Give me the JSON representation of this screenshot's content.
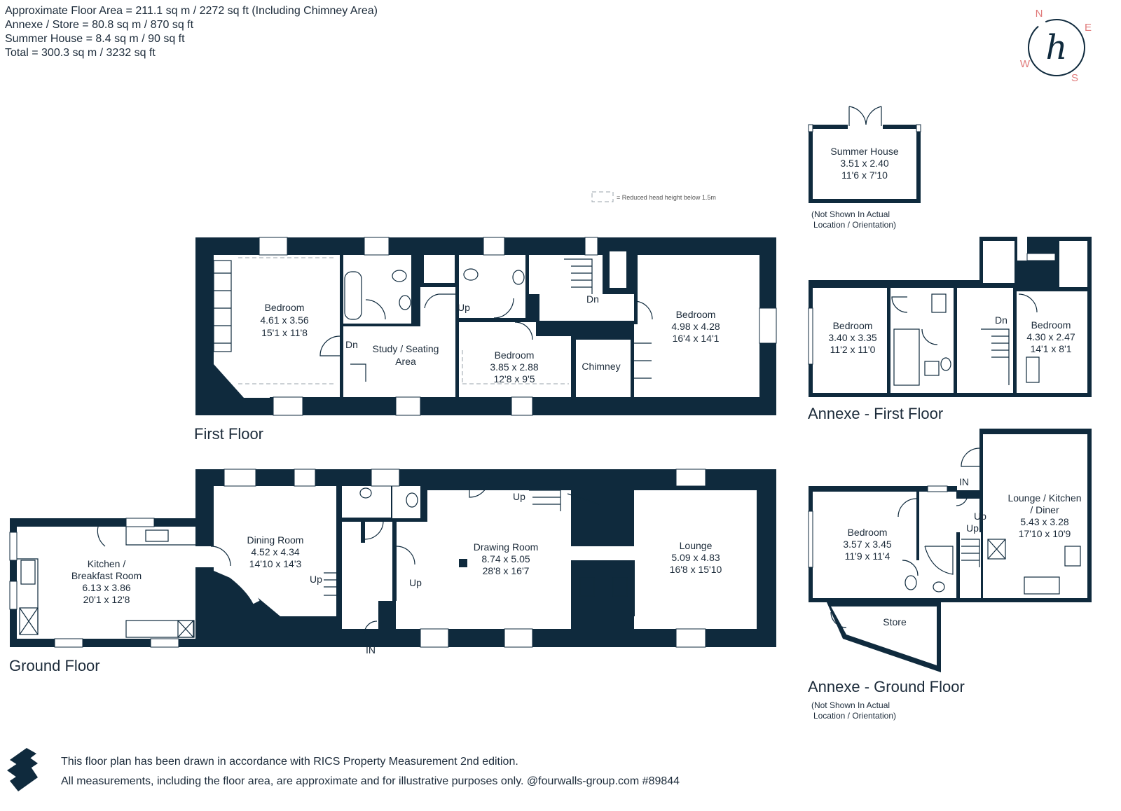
{
  "areas": [
    "Approximate Floor Area = 211.1 sq m / 2272 sq ft (Including Chimney Area)",
    "Annexe / Store = 80.8 sq m / 870 sq ft",
    "Summer House = 8.4 sq m / 90 sq ft",
    "Total = 300.3 sq m / 3232 sq ft"
  ],
  "legend": "= Reduced head height below 1.5m",
  "compass": {
    "n": "N",
    "e": "E",
    "s": "S",
    "w": "W",
    "logo": "h"
  },
  "floors": {
    "first": "First Floor",
    "ground": "Ground Floor",
    "annexe_first": "Annexe - First Floor",
    "annexe_ground": "Annexe - Ground Floor"
  },
  "note": [
    "(Not Shown In Actual",
    "Location / Orientation)"
  ],
  "rooms": {
    "summer_house": [
      "Summer House",
      "3.51 x 2.40",
      "11'6 x 7'10"
    ],
    "ff_bedroom1": [
      "Bedroom",
      "4.61 x 3.56",
      "15'1 x 11'8"
    ],
    "ff_study": [
      "Study / Seating",
      "Area"
    ],
    "ff_bedroom2": [
      "Bedroom",
      "3.85 x 2.88",
      "12'8 x 9'5"
    ],
    "ff_chimney": [
      "Chimney"
    ],
    "ff_bedroom3": [
      "Bedroom",
      "4.98 x 4.28",
      "16'4 x 14'1"
    ],
    "af_bedroom1": [
      "Bedroom",
      "3.40 x 3.35",
      "11'2 x 11'0"
    ],
    "af_bedroom2": [
      "Bedroom",
      "4.30 x 2.47",
      "14'1 x 8'1"
    ],
    "gf_kitchen": [
      "Kitchen /",
      "Breakfast Room",
      "6.13 x 3.86",
      "20'1 x 12'8"
    ],
    "gf_dining": [
      "Dining Room",
      "4.52 x 4.34",
      "14'10 x 14'3"
    ],
    "gf_drawing": [
      "Drawing Room",
      "8.74 x 5.05",
      "28'8 x 16'7"
    ],
    "gf_lounge": [
      "Lounge",
      "5.09 x 4.83",
      "16'8 x 15'10"
    ],
    "ag_bedroom": [
      "Bedroom",
      "3.57 x 3.45",
      "11'9 x 11'4"
    ],
    "ag_lounge": [
      "Lounge / Kitchen",
      "/ Diner",
      "5.43 x 3.28",
      "17'10 x 10'9"
    ],
    "ag_store": [
      "Store"
    ]
  },
  "markers": {
    "dn": "Dn",
    "up": "Up",
    "in": "IN"
  },
  "footer": [
    "This floor plan has been drawn in accordance with RICS Property Measurement 2nd edition.",
    "All measurements, including the floor area, are approximate and for illustrative purposes only. @fourwalls-group.com #89844"
  ]
}
